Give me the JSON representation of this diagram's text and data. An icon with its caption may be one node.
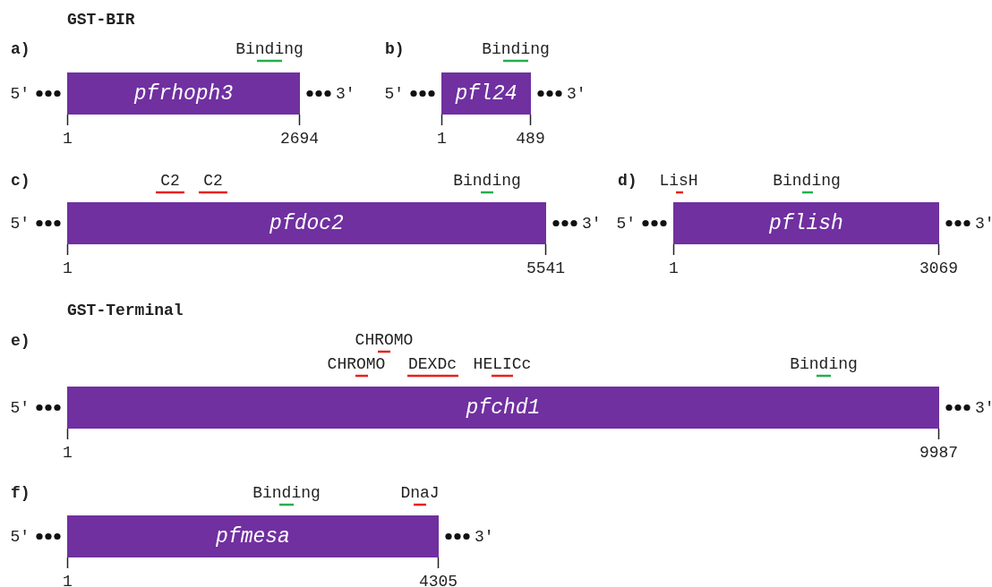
{
  "diagram": {
    "nodes": [
      {
        "text": [
          "pfrhoph3"
        ],
        "beside": [
          "5′",
          "3′",
          "1",
          "2694",
          "Binding"
        ]
      },
      {
        "text": [
          "pfl24"
        ],
        "beside": [
          "5′",
          "3′",
          "1",
          "489",
          "Binding"
        ]
      },
      {
        "text": [
          "pfdoc2"
        ],
        "beside": [
          "5′",
          "3′",
          "1",
          "5541",
          "C2",
          "C2",
          "Binding"
        ]
      },
      {
        "text": [
          "pflish"
        ],
        "beside": [
          "5′",
          "3′",
          "1",
          "3069",
          "LisH",
          "Binding"
        ]
      },
      {
        "text": [
          "pfchd1"
        ],
        "beside": [
          "5′",
          "3′",
          "1",
          "9987",
          "CHROMO",
          "CHROMO",
          "DEXDc",
          "HELICc",
          "Binding"
        ]
      },
      {
        "text": [
          "pfmesa"
        ],
        "beside": [
          "5′",
          "3′",
          "1",
          "4305",
          "Binding",
          "DnaJ"
        ]
      }
    ],
    "labels": [
      "GST-BIR",
      "a)",
      "b)",
      "c)",
      "d)",
      "GST-Terminal",
      "e)",
      "f)"
    ]
  }
}
